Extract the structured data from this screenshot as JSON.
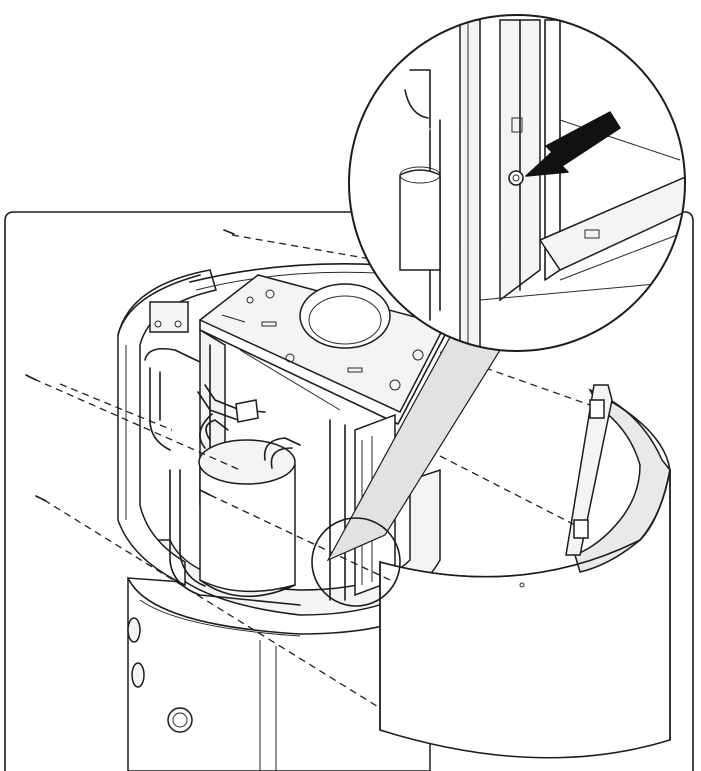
{
  "diagram": {
    "colors": {
      "line": "#1c1c1c",
      "shade": "#e9e9e9",
      "panel": "#f4f4f4",
      "background": "#ffffff"
    },
    "components": [
      "frame-border",
      "cylinder-tank-body",
      "top-mounting-plate",
      "compressor",
      "refrigerant-pipes",
      "left-front-casing",
      "right-front-casing",
      "fixing-screws",
      "magnifier-detail",
      "pointer-arrow-icon"
    ],
    "screw_count": 4
  }
}
